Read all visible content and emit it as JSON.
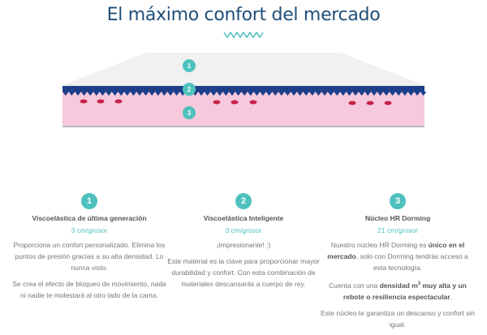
{
  "header": {
    "title": "El máximo confort del mercado"
  },
  "layers_image": {
    "markers": [
      "1",
      "2",
      "3"
    ]
  },
  "colors": {
    "accent": "#4ec1bd",
    "title": "#1f4e79",
    "blue_layer": "#1d3f8a",
    "pink_layer": "#f6c9dd"
  },
  "columns": [
    {
      "number": "1",
      "title": "Viscoelástica de última generación",
      "thickness": "3 cm/grosor",
      "p1": "Proporciona un confort personalizado. Elimina los puntos de presión gracias a su alta densidad. Lo nunca visto.",
      "p2": "Se crea el efecto de bloqueo de movimiento, nada ni nadie te molestará al otro lado de la cama."
    },
    {
      "number": "2",
      "title": "Viscoelástica Inteligente",
      "thickness": "3 cm/grosor",
      "p1": "¡Impresionante! :)",
      "p2": "Este material es la clave para proporcionar mayor durabilidad y confort. Con esta combinación de materiales descansarás a cuerpo de rey."
    },
    {
      "number": "3",
      "title": "Núcleo HR Dorming",
      "thickness": "21 cm/grosor",
      "p1_a": "Nuestro núcleo HR Dorming es ",
      "p1_b": "único en el mercado",
      "p1_c": ", solo con Dorming tendrás acceso a esta tecnología.",
      "p2_a": "Cuenta con una ",
      "p2_b": "densidad m",
      "p2_sup": "3",
      "p2_c": " muy alta y un rebote o resiliencia espectacular",
      "p2_d": ".",
      "p3": "Este núcleo te garantiza un descanso y confort sin igual."
    }
  ]
}
